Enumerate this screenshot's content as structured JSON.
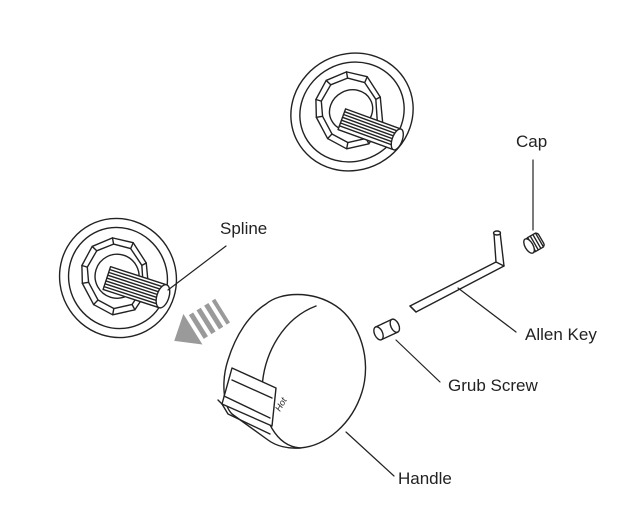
{
  "labels": {
    "cap": "Cap",
    "spline": "Spline",
    "allen_key": "Allen Key",
    "grub_screw": "Grub Screw",
    "handle": "Handle"
  },
  "handle_marking": "Hot",
  "colors": {
    "line": "#222222",
    "arrow": "#9a9a9a",
    "background": "#ffffff"
  }
}
